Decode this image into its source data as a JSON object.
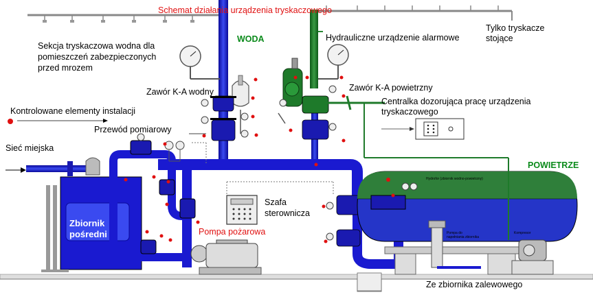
{
  "title": "Schemat działania urządzenia tryskaczowego",
  "labels": {
    "woda": "WODA",
    "powietrze": "POWIETRZE",
    "alarm": "Hydrauliczne urządzenie alarmowe",
    "stojace_1": "Tylko tryskacze",
    "stojace_2": "stojące",
    "sekcja_1": "Sekcja tryskaczowa wodna dla",
    "sekcja_2": "pomieszczeń zabezpieczonych",
    "sekcja_3": "przed mrozem",
    "zawor_wodny": "Zawór K-A wodny",
    "zawor_powietrzny": "Zawór K-A powietrzny",
    "kontrolowane": "Kontrolowane elementy instalacji",
    "centralka_1": "Centralka dozorująca pracę urządzenia",
    "centralka_2": "tryskaczowego",
    "przewod": "Przewód pomiarowy",
    "siec": "Sieć miejska",
    "zbiornik_1": "Zbiornik",
    "zbiornik_2": "pośredni",
    "szafa_1": "Szafa",
    "szafa_2": "sterownicza",
    "pompa": "Pompa pożarowa",
    "zalewowy": "Ze zbiornika zalewowego",
    "tank_small": "Hydrofor (zbiornik wodno-powietrzny)",
    "pump_small_1": "Pompa do",
    "pump_small_2": "napełniania zbiornika",
    "compressor_small": "Kompresor"
  },
  "colors": {
    "water": "#1a1ad0",
    "air": "#1e7a2a",
    "alarm_dot": "#e01010",
    "tank_air": "#2f7f3a",
    "tank_water": "#2535c8"
  }
}
